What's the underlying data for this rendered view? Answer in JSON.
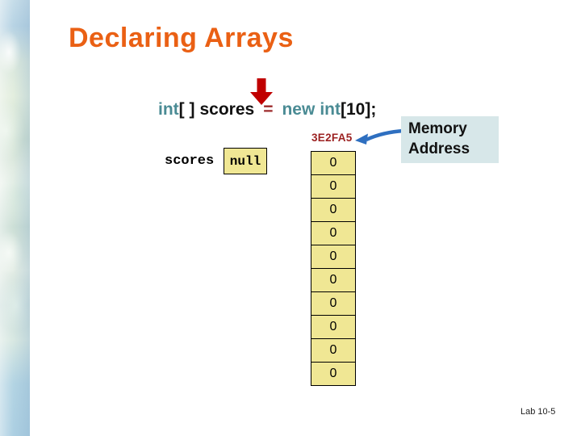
{
  "slide": {
    "title": "Declaring Arrays",
    "footer": "Lab 10-5"
  },
  "code": {
    "type_keyword": "int",
    "brackets": "[ ]",
    "variable": "scores",
    "equals": "=",
    "new_keyword": "new",
    "type_keyword2": "int",
    "size_brackets": "[10];"
  },
  "reference": {
    "label": "scores",
    "value": "null"
  },
  "memory": {
    "address": "3E2FA5",
    "callout_line1": "Memory",
    "callout_line2": "Address",
    "cells": [
      "0",
      "0",
      "0",
      "0",
      "0",
      "0",
      "0",
      "0",
      "0",
      "0"
    ]
  },
  "icons": {
    "down_arrow": "red-down-arrow-icon",
    "address_arrow": "blue-left-arrow-icon"
  },
  "colors": {
    "title": "#ea6014",
    "keyword_teal": "#4a8b94",
    "dark_red": "#9c2a2b",
    "cell_fill": "#f0e794",
    "callout_fill": "#d7e7e9",
    "arrow_red": "#c00000",
    "arrow_blue": "#2e6fc0"
  }
}
